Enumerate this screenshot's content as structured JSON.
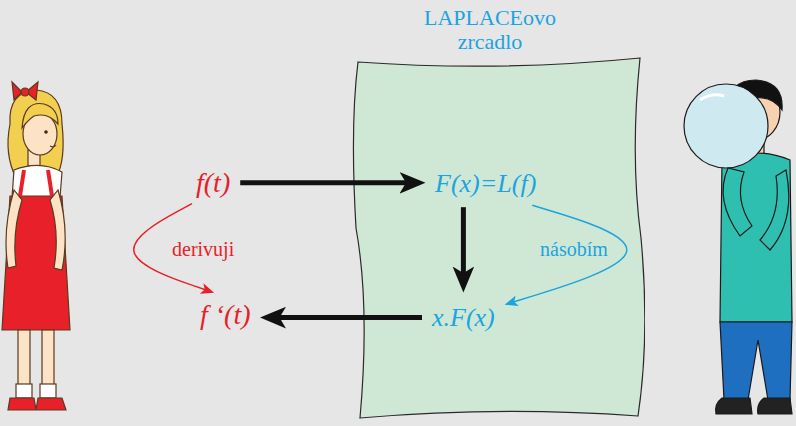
{
  "diagram": {
    "nodes": [
      {
        "text": [
          "LAPLACEovo zrcadlo"
        ]
      },
      {
        "text": [
          "f(t)"
        ]
      },
      {
        "text": [
          "F(x)=L(f)"
        ],
        "in": 0
      },
      {
        "text": [
          "x.F(x)"
        ],
        "in": 0
      },
      {
        "text": [
          "f ‘(t)"
        ]
      }
    ],
    "edges": [
      {
        "from": 1,
        "to": 2,
        "arrow": "to"
      },
      {
        "from": 2,
        "to": 3,
        "arrow": "to"
      },
      {
        "from": 3,
        "to": 4,
        "arrow": "to"
      },
      {
        "from": 1,
        "to": 4,
        "label": "derivuji",
        "arrow": "to"
      },
      {
        "from": 2,
        "to": 3,
        "label": "násobím",
        "arrow": "to"
      }
    ]
  }
}
